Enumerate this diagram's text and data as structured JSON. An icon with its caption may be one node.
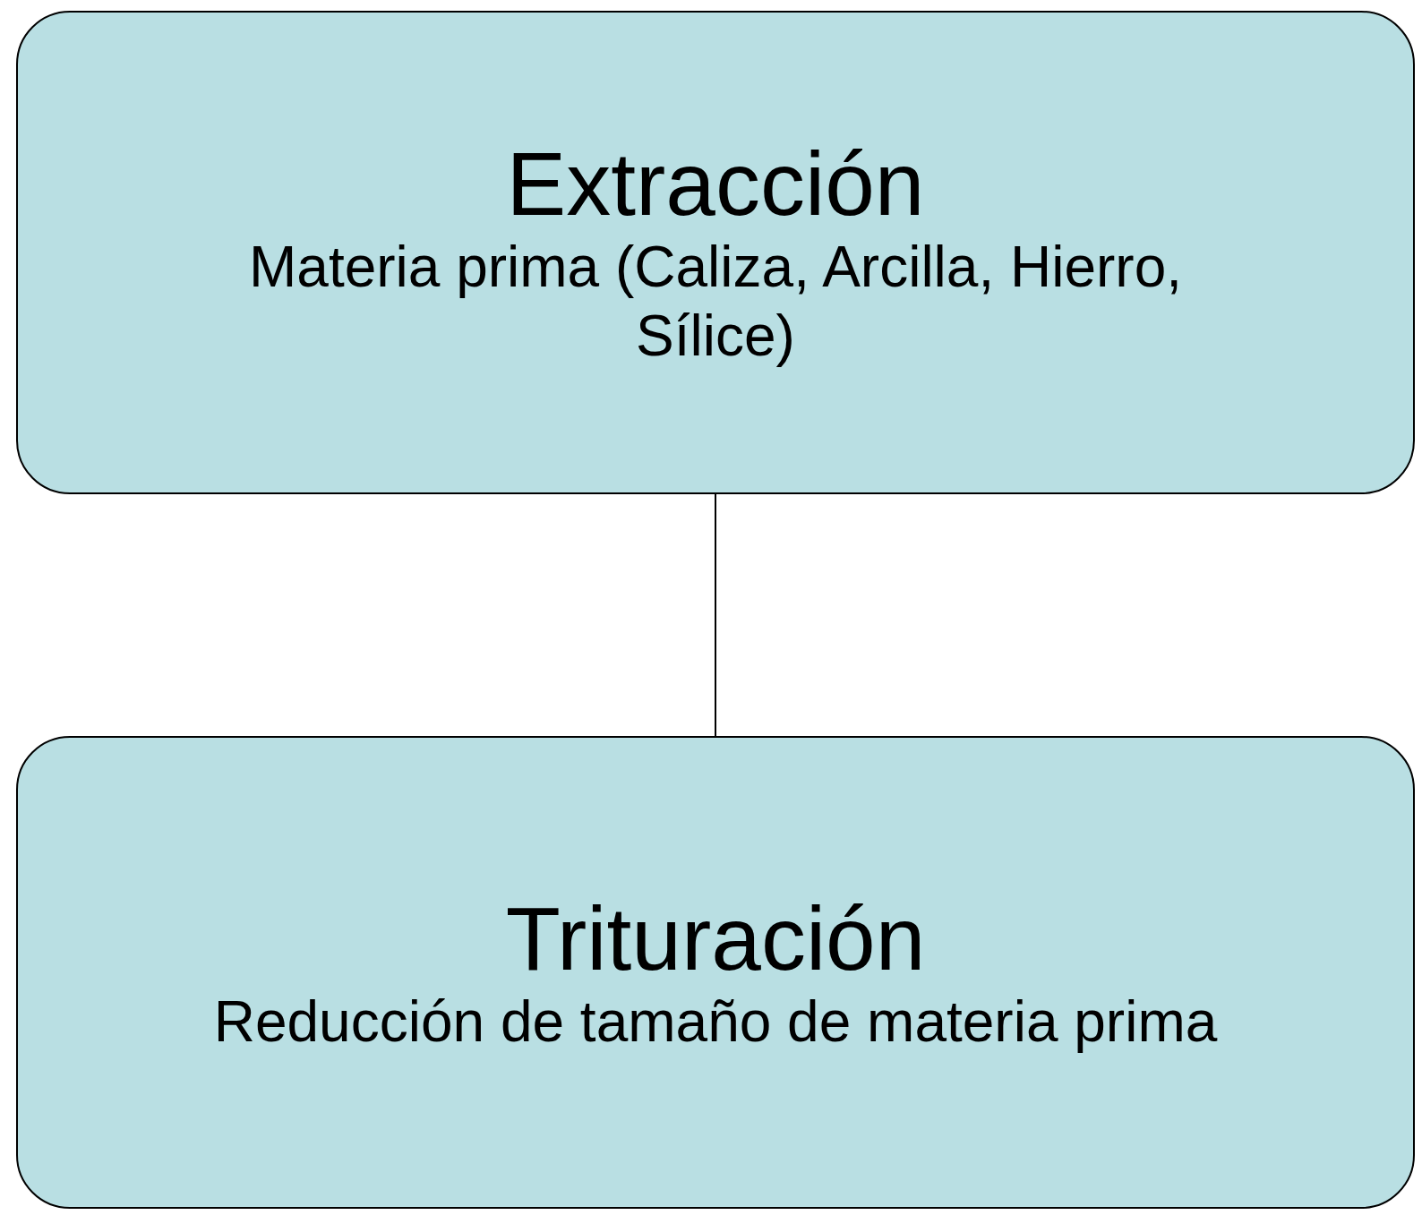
{
  "diagram": {
    "nodes": [
      {
        "text": [
          "Extracción",
          "Materia prima (Caliza, Arcilla, Hierro, Sílice)"
        ]
      },
      {
        "text": [
          "Trituración",
          "Reducción de tamaño de materia prima"
        ]
      }
    ],
    "edges": [
      {
        "from": 0,
        "to": 1,
        "arrow": "none"
      }
    ]
  }
}
